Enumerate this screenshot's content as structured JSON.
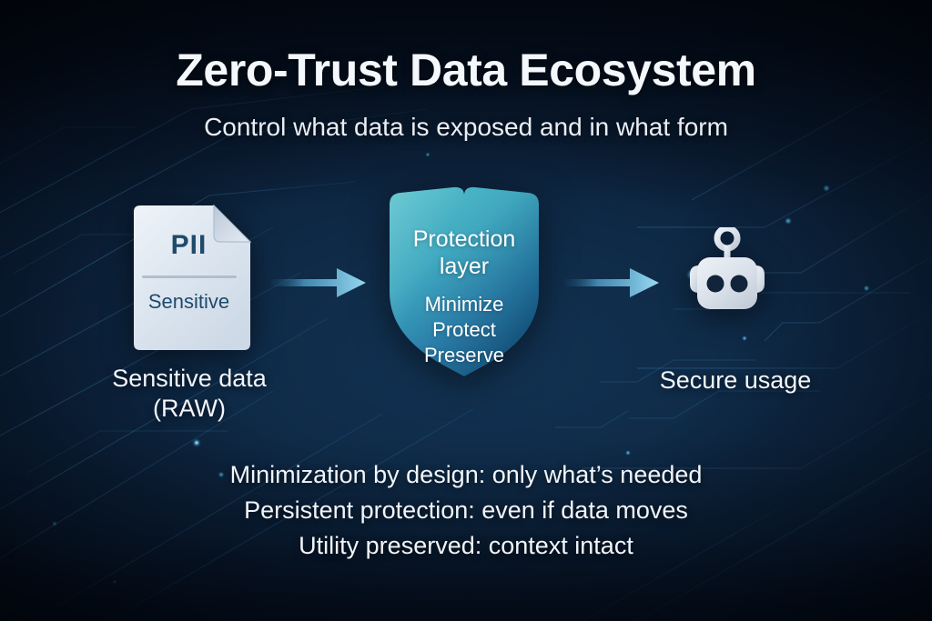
{
  "slide": {
    "title": "Zero-Trust Data Ecosystem",
    "subtitle": "Control what data is exposed and in what form"
  },
  "flow": {
    "source": {
      "icon": "document-icon",
      "badge": "PII",
      "tag": "Sensitive",
      "caption_line1": "Sensitive data",
      "caption_line2": "(RAW)"
    },
    "arrow_1": "arrow-right-icon",
    "shield": {
      "icon": "shield-icon",
      "title_line1": "Protection",
      "title_line2": "layer",
      "items": [
        "Minimize",
        "Protect",
        "Preserve"
      ]
    },
    "arrow_2": "arrow-right-icon",
    "destination": {
      "icon": "robot-icon",
      "caption": "Secure usage"
    }
  },
  "bullets": [
    "Minimization by design: only what’s needed",
    "Persistent protection: even if data moves",
    "Utility preserved:  context intact"
  ],
  "colors": {
    "background_deep": "#050e1c",
    "background_mid": "#0d2540",
    "background_glow": "#123353",
    "shield_top": "#45b7c6",
    "shield_bottom": "#16598a",
    "arrow": "#7fd4ef",
    "document_face": "#dfe8f1",
    "document_text": "#1f4a6b",
    "robot_body": "#dde4ec",
    "title_text": "#f4f7fb"
  }
}
